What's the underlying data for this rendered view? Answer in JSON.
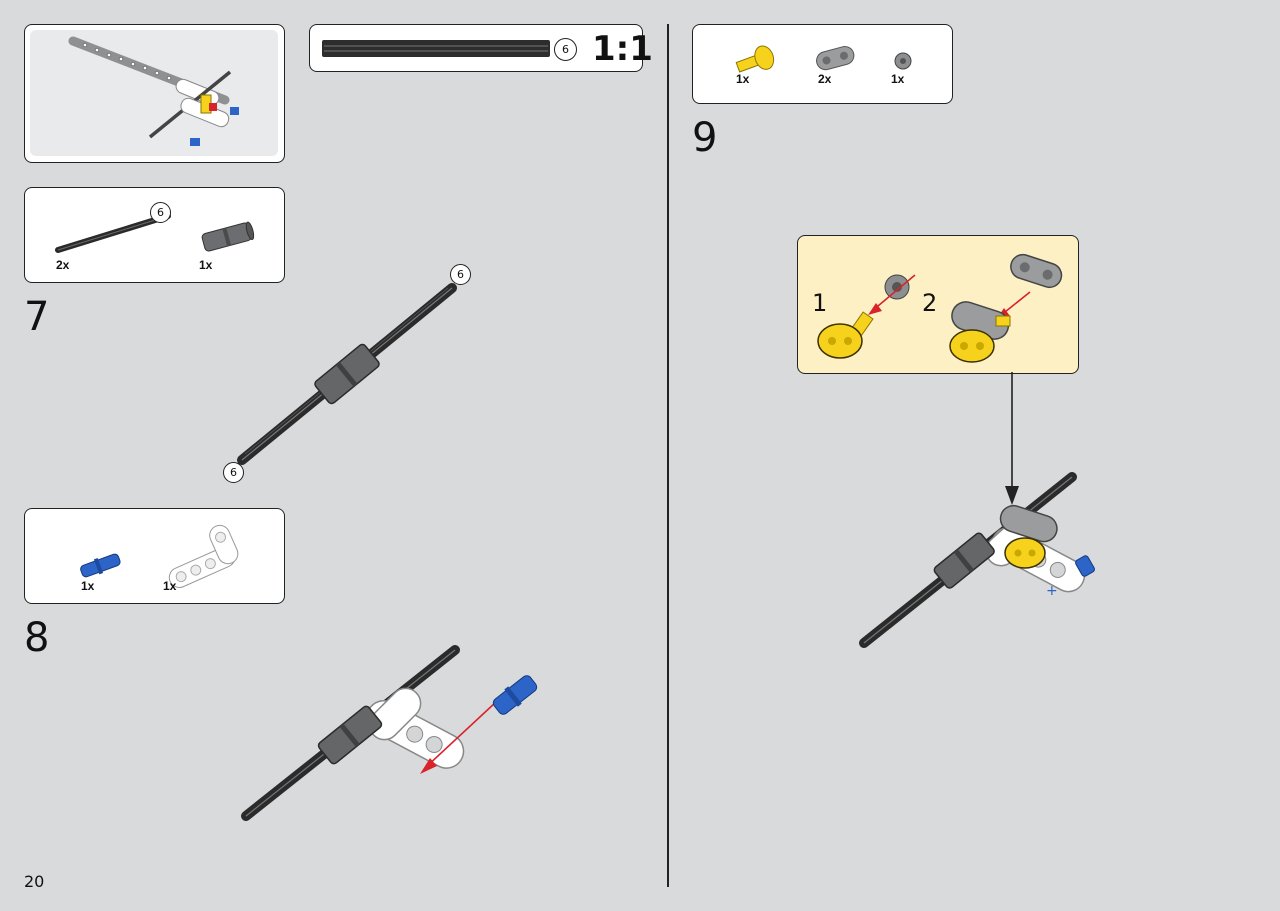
{
  "page_number": "20",
  "scale_box": {
    "length_badge": "6",
    "ratio": "1:1"
  },
  "steps": [
    {
      "number": "7",
      "parts": [
        {
          "name": "axle-6",
          "badge": "6",
          "qty": "2x"
        },
        {
          "name": "axle-connector",
          "qty": "1x"
        }
      ],
      "badges": [
        "6",
        "6"
      ]
    },
    {
      "number": "8",
      "parts": [
        {
          "name": "blue-pin",
          "qty": "1x"
        },
        {
          "name": "white-liftarm",
          "qty": "1x"
        }
      ]
    },
    {
      "number": "9",
      "parts": [
        {
          "name": "yellow-axle-pin",
          "qty": "1x"
        },
        {
          "name": "grey-thick-link",
          "qty": "2x"
        },
        {
          "name": "grey-bush",
          "qty": "1x"
        }
      ],
      "substeps": [
        "1",
        "2"
      ]
    }
  ],
  "colors": {
    "page_bg": "#d9dadc",
    "callout_bg": "#fdf0c4",
    "arrow_red": "#d9232a",
    "yellow": "#f6d21c",
    "blue": "#2d64c8",
    "grey": "#9a9c9e",
    "dark": "#3a3a3a"
  }
}
